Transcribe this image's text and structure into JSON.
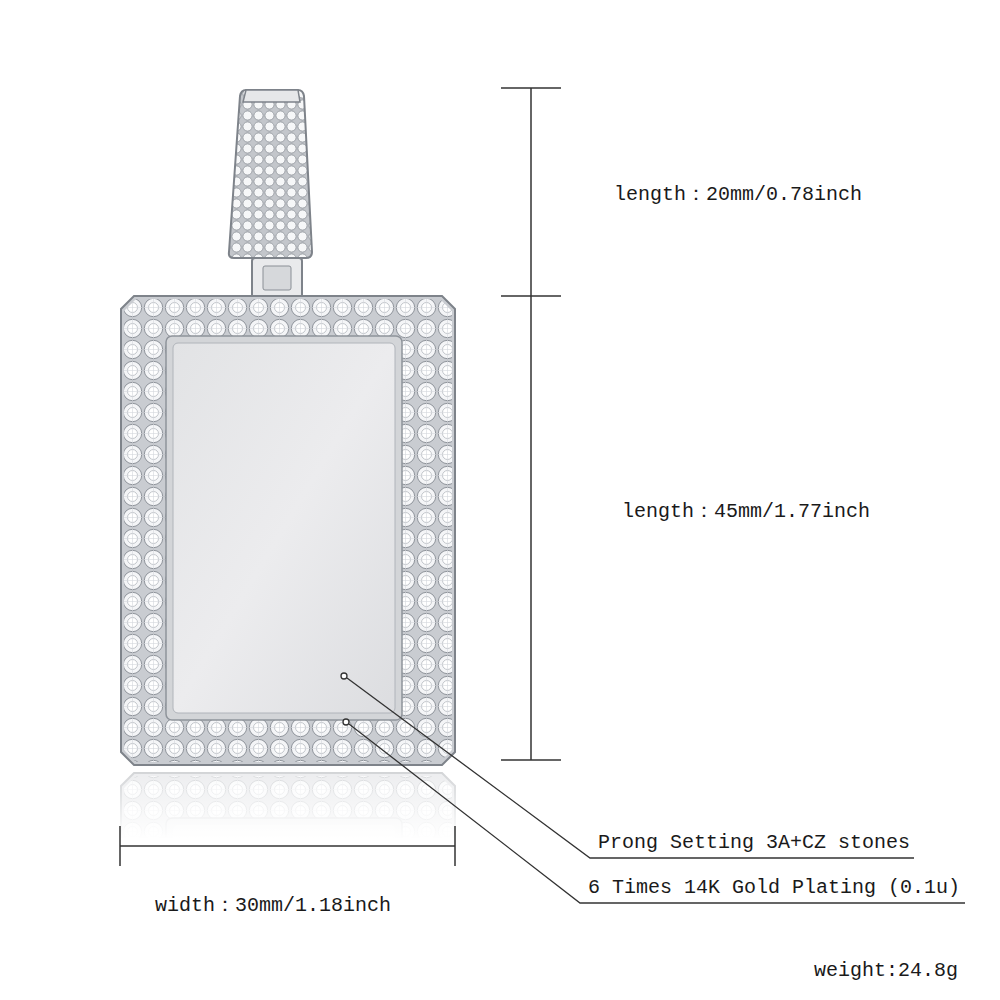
{
  "diagram": {
    "labels": [
      "length：20mm/0.78inch",
      "length：45mm/1.77inch",
      "Prong Setting 3A+CZ stones",
      "6 Times 14K Gold Plating (0.1u)",
      "width：30mm/1.18inch",
      "weight:24.8g"
    ]
  }
}
